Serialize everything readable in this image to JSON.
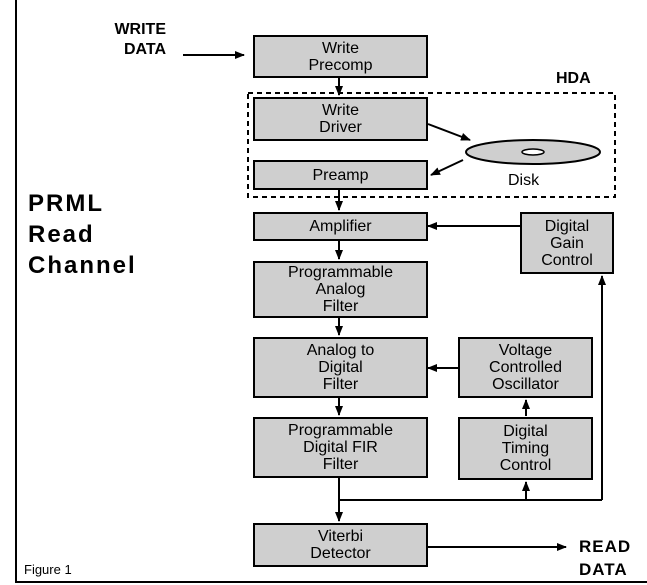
{
  "labels": {
    "write_data": "WRITE\nDATA",
    "hda": "HDA",
    "disk": "Disk",
    "prml": "PRML\nRead\nChannel",
    "read_data": "READ\nDATA",
    "figure": "Figure 1"
  },
  "blocks": {
    "write_precomp": "Write\nPrecomp",
    "write_driver": "Write\nDriver",
    "preamp": "Preamp",
    "amplifier": "Amplifier",
    "digital_gain_control": "Digital\nGain\nControl",
    "programmable_analog_filter": "Programmable\nAnalog\nFilter",
    "analog_to_digital_filter": "Analog to\nDigital\nFilter",
    "voltage_controlled_oscillator": "Voltage\nControlled\nOscillator",
    "programmable_digital_fir_filter": "Programmable\nDigital FIR\nFilter",
    "digital_timing_control": "Digital\nTiming\nControl",
    "viterbi_detector": "Viterbi\nDetector"
  }
}
